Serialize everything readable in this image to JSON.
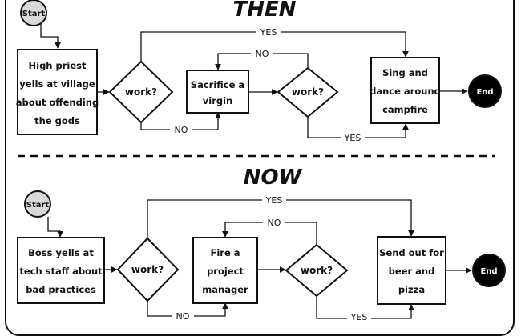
{
  "then": {
    "heading": "THEN",
    "start": "Start",
    "step1": [
      "High priest",
      "yells at village",
      "about offending",
      "the gods"
    ],
    "decision1": "work?",
    "step2": [
      "Sacrifice a",
      "virgin"
    ],
    "decision2": "work?",
    "step3": [
      "Sing and",
      "dance around",
      "campfire"
    ],
    "end": "End",
    "yes": "YES",
    "no": "NO"
  },
  "now": {
    "heading": "NOW",
    "start": "Start",
    "step1": [
      "Boss yells at",
      "tech staff about",
      "bad practices"
    ],
    "decision1": "work?",
    "step2": [
      "Fire a",
      "project",
      "manager"
    ],
    "decision2": "work?",
    "step3": [
      "Send out for",
      "beer and",
      "pizza"
    ],
    "end": "End",
    "yes": "YES",
    "no": "NO"
  },
  "colors": {
    "start_fill": "#d9d9d9",
    "end_fill": "#000000",
    "line": "#111111"
  }
}
